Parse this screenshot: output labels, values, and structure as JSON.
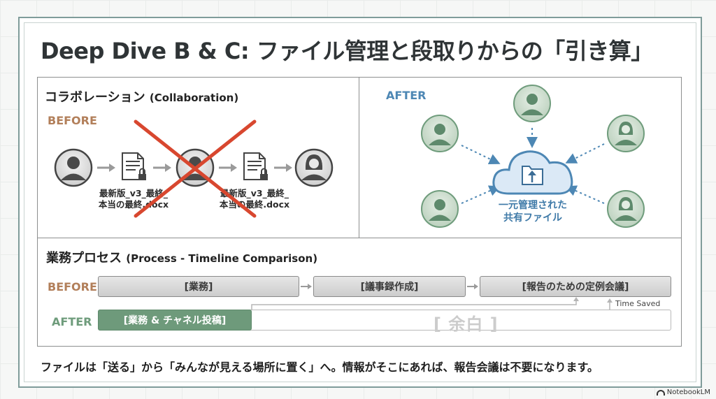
{
  "title": "Deep Dive B & C: ファイル管理と段取りからの「引き算」",
  "collab": {
    "heading": "コラボレーション",
    "heading_en": "(Collaboration)",
    "before_label": "BEFORE",
    "file1_line1": "最新版_v3_最終_",
    "file1_line2": "本当の最終.docx",
    "file2_line1": "最新版_v3_最終_",
    "file2_line2": "本当の最終.docx",
    "after_label": "AFTER",
    "cloud_line1": "一元管理された",
    "cloud_line2": "共有ファイル"
  },
  "process": {
    "heading": "業務プロセス",
    "heading_en": "(Process - Timeline Comparison)",
    "before_label": "BEFORE",
    "after_label": "AFTER",
    "before_steps": [
      "[業務]",
      "[議事録作成]",
      "[報告のための定例会議]"
    ],
    "after_step": "[業務 & チャネル投稿]",
    "yohaku": "[ 余白 ]",
    "time_saved": "Time Saved"
  },
  "footer": "ファイルは「送る」から「みんなが見える場所に置く」へ。情報がそこにあれば、報告会議は不要になります。",
  "brand": "NotebookLM",
  "colors": {
    "before": "#b27f5a",
    "after_blue": "#4d87b4",
    "after_green": "#6f9c7c",
    "cross": "#d8472f"
  }
}
